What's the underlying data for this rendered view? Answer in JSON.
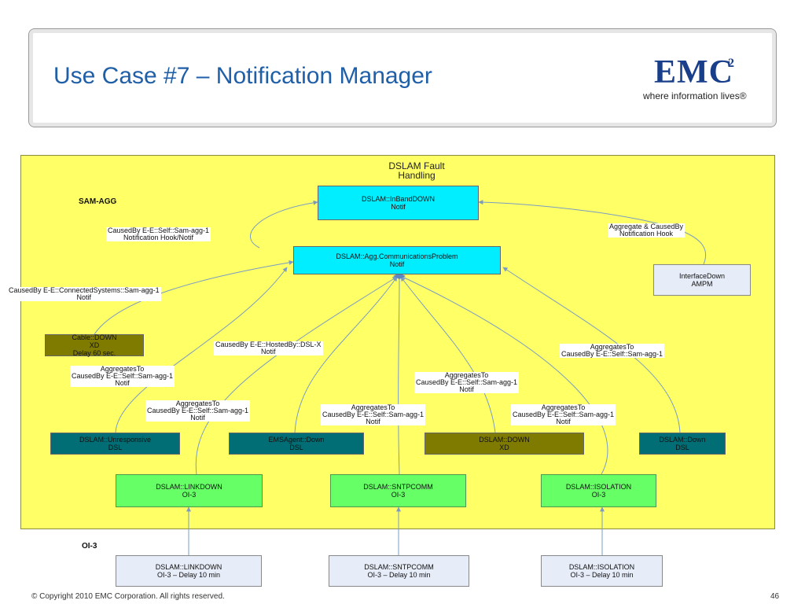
{
  "header": {
    "title": "Use Case #7 – Notification Manager",
    "logo_word": "EMC",
    "logo_superscript": "2",
    "logo_tagline": "where information lives®"
  },
  "diagram": {
    "title_line1": "DSLAM Fault",
    "title_line2": "Handling",
    "zone_sam_agg": "SAM-AGG",
    "zone_oi3": "OI-3",
    "nodes": {
      "inband_down": [
        "DSLAM::InBandDOWN",
        "Notif"
      ],
      "agg_comm": [
        "DSLAM::Agg.CommunicationsProblem",
        "Notif"
      ],
      "interface_down": [
        "InterfaceDown",
        "AMPM"
      ],
      "cable_down": [
        "Cable::DOWN",
        "XD",
        "Delay 60 sec."
      ],
      "unresponsive": [
        "DSLAM::Unresponsive",
        "DSL"
      ],
      "emsagent_down": [
        "EMSAgent::Down",
        "DSL"
      ],
      "dslam_down_xd": [
        "DSLAM::DOWN",
        "XD"
      ],
      "dslam_down_dsl": [
        "DSLAM::Down",
        "DSL"
      ],
      "linkdown": [
        "DSLAM::LINKDOWN",
        "OI-3"
      ],
      "sntpcomm": [
        "DSLAM::SNTPCOMM",
        "OI-3"
      ],
      "isolation": [
        "DSLAM::ISOLATION",
        "OI-3"
      ],
      "linkdown_src": [
        "DSLAM::LINKDOWN",
        "OI-3 – Delay 10 min"
      ],
      "sntpcomm_src": [
        "DSLAM::SNTPCOMM",
        "OI-3 – Delay 10 min"
      ],
      "isolation_src": [
        "DSLAM::ISOLATION",
        "OI-3 – Delay 10 min"
      ]
    },
    "labels": {
      "causedby_sam": [
        "CausedBy E-E::Self::Sam-agg-1",
        "Notification Hook/Notif"
      ],
      "aggregate_causedby": [
        "Aggregate & CausedBy",
        "Notification Hook"
      ],
      "causedby_connected": [
        "CausedBy E-E::ConnectedSystems::Sam-agg-1",
        "Notif"
      ],
      "causedby_hosted": [
        "CausedBy E-E::HostedBy::DSL-X",
        "Notif"
      ],
      "agg_to_1": [
        "AggregatesTo",
        "CausedBy E-E::Self::Sam-agg-1"
      ],
      "agg_to_2": [
        "AggregatesTo",
        "CausedBy E-E::Self::Sam-agg-1",
        "Notif"
      ],
      "agg_to_3": [
        "AggregatesTo",
        "CausedBy E-E::Self::Sam-agg-1",
        "Notif"
      ],
      "agg_to_4": [
        "AggregatesTo",
        "CausedBy E-E::Self::Sam-agg-1",
        "Notif"
      ],
      "agg_to_5": [
        "AggregatesTo",
        "CausedBy E-E::Self::Sam-agg-1",
        "Notif"
      ],
      "agg_to_6": [
        "AggregatesTo",
        "CausedBy E-E::Self::Sam-agg-1",
        "Notif"
      ]
    },
    "colors": {
      "panel": "#ffff66",
      "cyan": "#00eeff",
      "green": "#66ff66",
      "olive": "#7f7a00",
      "teal": "#006e74",
      "lavender": "#e6ecf8",
      "connector": "#7a9cc4"
    }
  },
  "footer": {
    "copyright": "© Copyright 2010 EMC Corporation. All rights reserved.",
    "page_number": "46"
  }
}
